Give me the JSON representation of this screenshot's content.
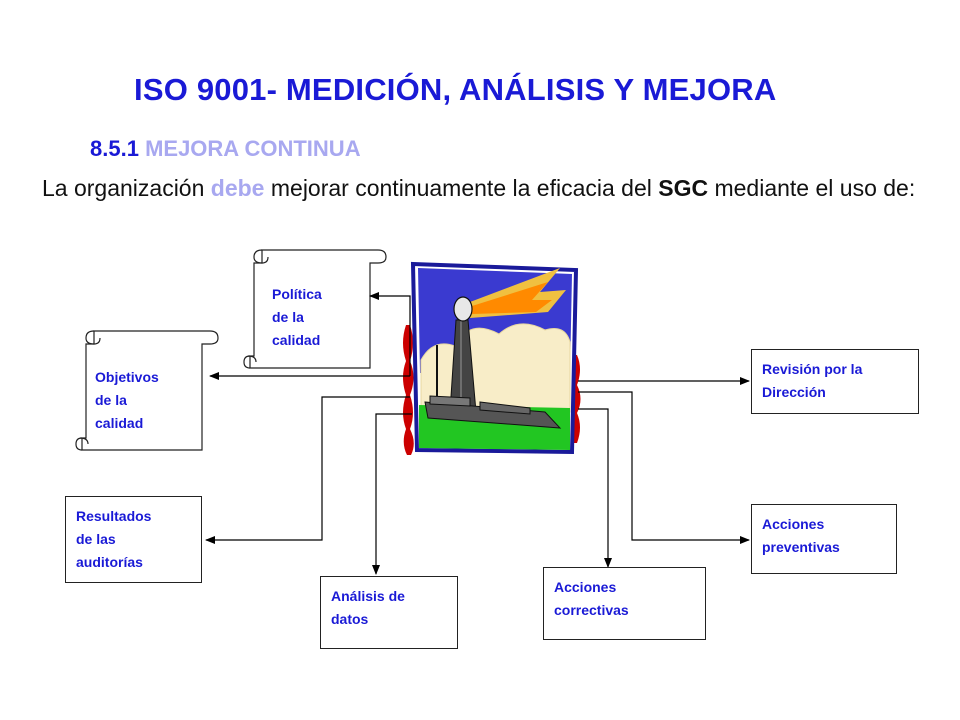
{
  "title": "ISO 9001- MEDICIÓN, ANÁLISIS Y MEJORA",
  "subtitle": {
    "number": "8.5.1",
    "text": "MEJORA CONTINUA"
  },
  "intro": {
    "part1": "La organización ",
    "debe": "debe",
    "part2": " mejorar continuamente la eficacia del ",
    "sgc": "SGC",
    "part3": " mediante el uso de:"
  },
  "items": {
    "politica": "Política\nde la\ncalidad",
    "objetivos": "Objetivos\nde la\n calidad",
    "revision": "Revisión por la\nDirección",
    "resultados": "Resultados\nde las\nauditorías",
    "preventivas": "Acciones\npreventivas",
    "analisis": " Análisis de\ndatos",
    "correctivas": "Acciones\ncorrectivas"
  },
  "colors": {
    "title": "#1a1ad6",
    "muted": "#a8a8f0"
  },
  "icons": {
    "center": "factory-clipart-icon"
  }
}
